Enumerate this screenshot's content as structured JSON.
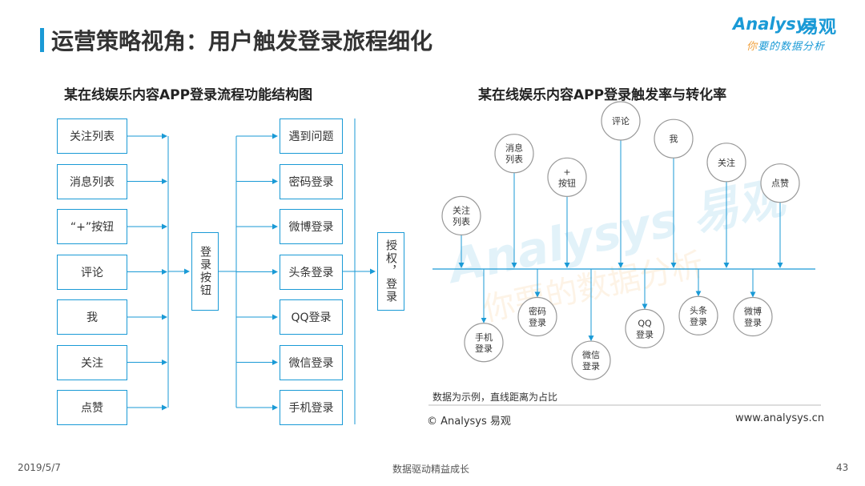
{
  "header": {
    "title": "运营策略视角：用户触发登录旅程细化",
    "logo_text": "Analysys",
    "logo_cn": "易观",
    "slogan_first": "你",
    "slogan_rest": "要的数据分析",
    "accent_color": "#1a9ad6",
    "slogan_accent_color": "#f0a03c"
  },
  "left_panel": {
    "title": "某在线娱乐内容APP登录流程功能结构图",
    "triggers": [
      "关注列表",
      "消息列表",
      "“+”按钮",
      "评论",
      "我",
      "关注",
      "点赞"
    ],
    "center_node": "登录按钮",
    "login_methods": [
      "遇到问题",
      "密码登录",
      "微博登录",
      "头条登录",
      "QQ登录",
      "微信登录",
      "手机登录"
    ],
    "final_node": "授权，登录"
  },
  "right_panel": {
    "title": "某在线娱乐内容APP登录触发率与转化率",
    "triggers": [
      {
        "label": "关注\n列表",
        "rate": 0.36
      },
      {
        "label": "消息\n列表",
        "rate": 0.78
      },
      {
        "label": "+\n按钮",
        "rate": 0.62
      },
      {
        "label": "评论",
        "rate": 1.0
      },
      {
        "label": "我",
        "rate": 0.88
      },
      {
        "label": "关注",
        "rate": 0.72
      },
      {
        "label": "点赞",
        "rate": 0.58
      }
    ],
    "conversions": [
      {
        "label": "手机\n登录",
        "rate": 0.74
      },
      {
        "label": "密码\n登录",
        "rate": 0.48
      },
      {
        "label": "微信\n登录",
        "rate": 0.92
      },
      {
        "label": "QQ\n登录",
        "rate": 0.6
      },
      {
        "label": "头条\n登录",
        "rate": 0.47
      },
      {
        "label": "微博\n登录",
        "rate": 0.48
      }
    ],
    "note": "数据为示例，直线距离为占比"
  },
  "footer": {
    "copyright": "© Analysys 易观",
    "website": "www.analysys.cn",
    "date": "2019/5/7",
    "slogan": "数据驱动精益成长",
    "page": "43"
  },
  "watermark": {
    "logo": "Analysys 易观",
    "slogan": "你要的数据分析"
  }
}
